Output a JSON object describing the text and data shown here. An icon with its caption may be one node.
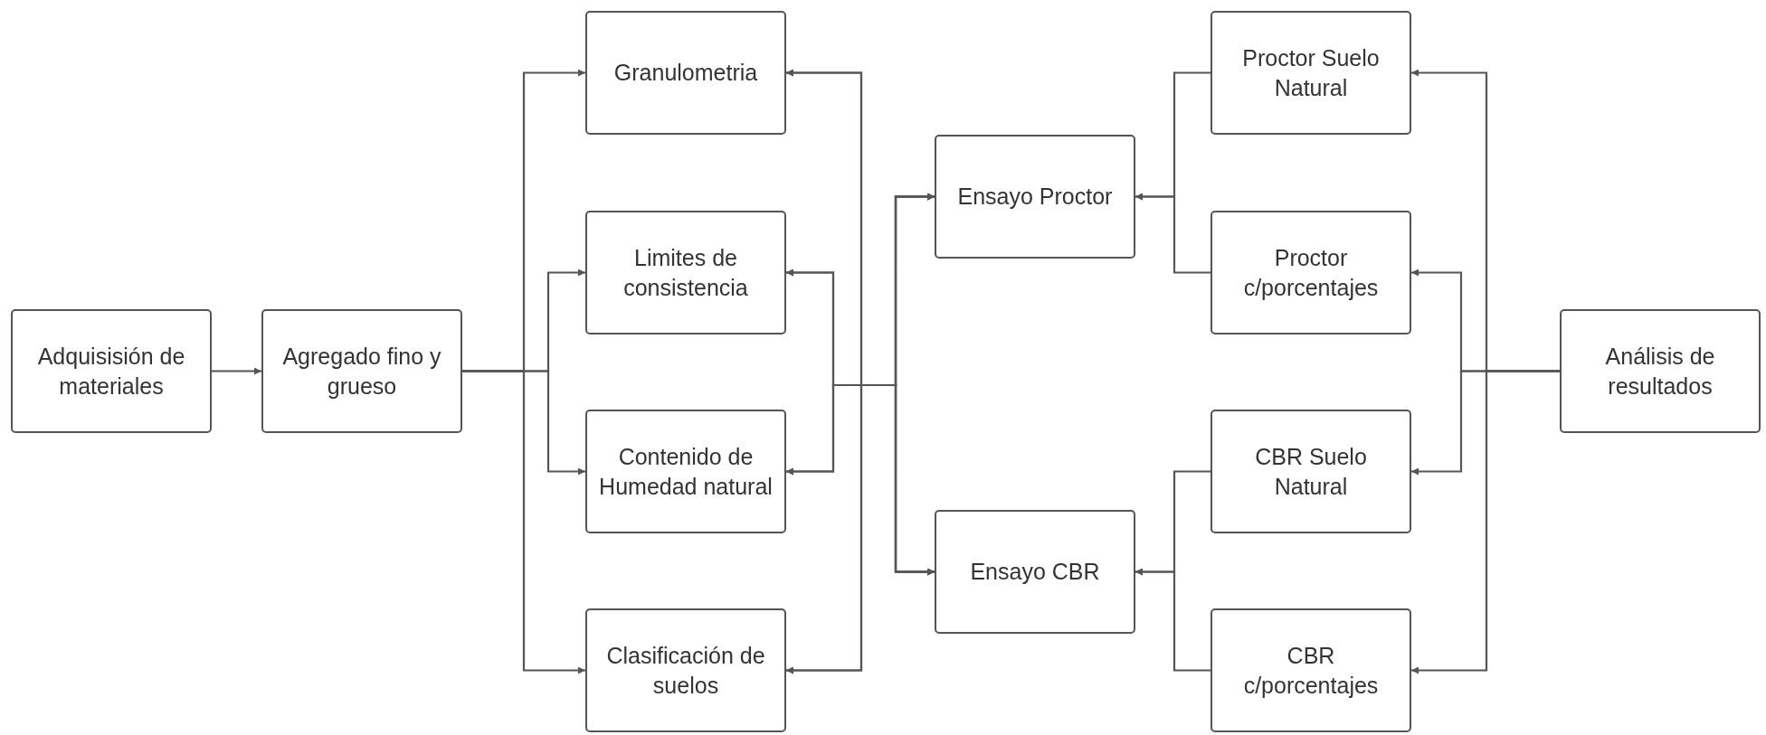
{
  "diagram": {
    "nodes": [
      {
        "text": [
          "Adquisisión de materiales"
        ]
      },
      {
        "text": [
          "Agregado fino y grueso"
        ]
      },
      {
        "text": [
          "Granulometria"
        ]
      },
      {
        "text": [
          "Limites de consistencia"
        ]
      },
      {
        "text": [
          "Contenido de Humedad natural"
        ]
      },
      {
        "text": [
          "Clasificación de suelos"
        ]
      },
      {
        "text": [
          "Ensayo Proctor"
        ]
      },
      {
        "text": [
          "Ensayo CBR"
        ]
      },
      {
        "text": [
          "Proctor Suelo Natural"
        ]
      },
      {
        "text": [
          "Proctor c/porcentajes"
        ]
      },
      {
        "text": [
          "CBR Suelo Natural"
        ]
      },
      {
        "text": [
          "CBR c/porcentajes"
        ]
      },
      {
        "text": [
          "Análisis de resultados"
        ]
      }
    ],
    "edges": [
      {
        "from": 0,
        "to": 1,
        "arrow": "to"
      },
      {
        "from": 1,
        "to": 2,
        "arrow": "to"
      },
      {
        "from": 1,
        "to": 3,
        "arrow": "to"
      },
      {
        "from": 1,
        "to": 4,
        "arrow": "to"
      },
      {
        "from": 1,
        "to": 5,
        "arrow": "to"
      },
      {
        "from": 2,
        "to": 6,
        "arrow": "both"
      },
      {
        "from": 2,
        "to": 7,
        "arrow": "both"
      },
      {
        "from": 3,
        "to": 6,
        "arrow": "both"
      },
      {
        "from": 3,
        "to": 7,
        "arrow": "both"
      },
      {
        "from": 4,
        "to": 6,
        "arrow": "both"
      },
      {
        "from": 4,
        "to": 7,
        "arrow": "both"
      },
      {
        "from": 5,
        "to": 6,
        "arrow": "both"
      },
      {
        "from": 5,
        "to": 7,
        "arrow": "both"
      },
      {
        "from": 8,
        "to": 6,
        "arrow": "to"
      },
      {
        "from": 9,
        "to": 6,
        "arrow": "to"
      },
      {
        "from": 10,
        "to": 7,
        "arrow": "to"
      },
      {
        "from": 11,
        "to": 7,
        "arrow": "to"
      },
      {
        "from": 12,
        "to": 8,
        "arrow": "to"
      },
      {
        "from": 12,
        "to": 9,
        "arrow": "to"
      },
      {
        "from": 12,
        "to": 10,
        "arrow": "to"
      },
      {
        "from": 12,
        "to": 11,
        "arrow": "to"
      }
    ]
  }
}
